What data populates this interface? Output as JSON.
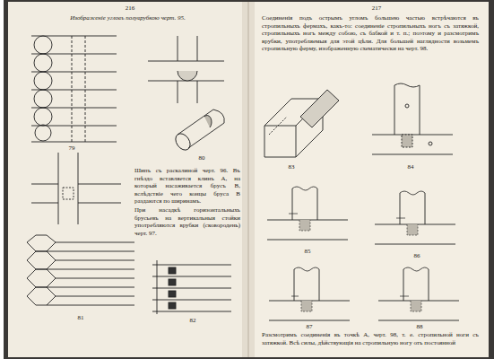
{
  "diagram": {
    "labels": [
      "216",
      "Изображеніе угловъ полуврубкою черт. 95.",
      "79",
      "80",
      "Шипъ съ раскалиной черт. 96. Въ гнѣздо вставляется клинъ A, на который насаживается брусъ B, вслѣдствіе чего концы бруса B раздаются по ширинамъ.",
      "При насадкѣ горизонтальныхъ брусьевъ на вертикальныя стойки употребляются врубки (сковородень) черт. 97.",
      "81",
      "82",
      "217",
      "Соединенія подъ острымъ угломъ большею частью встрѣчаются въ стропильныхъ фермахъ, какъ-то: соединеніе стропильныхъ ногъ съ затяжкой, стропильныхъ ногъ между собою, съ бабкой и т. п.; поэтому и разсмотримъ врубки, употребляемыя для этой цѣли. Для большей наглядности возьмемъ стропильную ферму, изображенную схематически на черт. 98.",
      "83",
      "84",
      "85",
      "86",
      "87",
      "88",
      "Разсмотримъ соединенія въ точкѣ A, черт. 98, т. е. стропильной ноги съ затяжкой. Всѣ силы, дѣйствующія на стропильную ногу отъ постоянной"
    ]
  }
}
